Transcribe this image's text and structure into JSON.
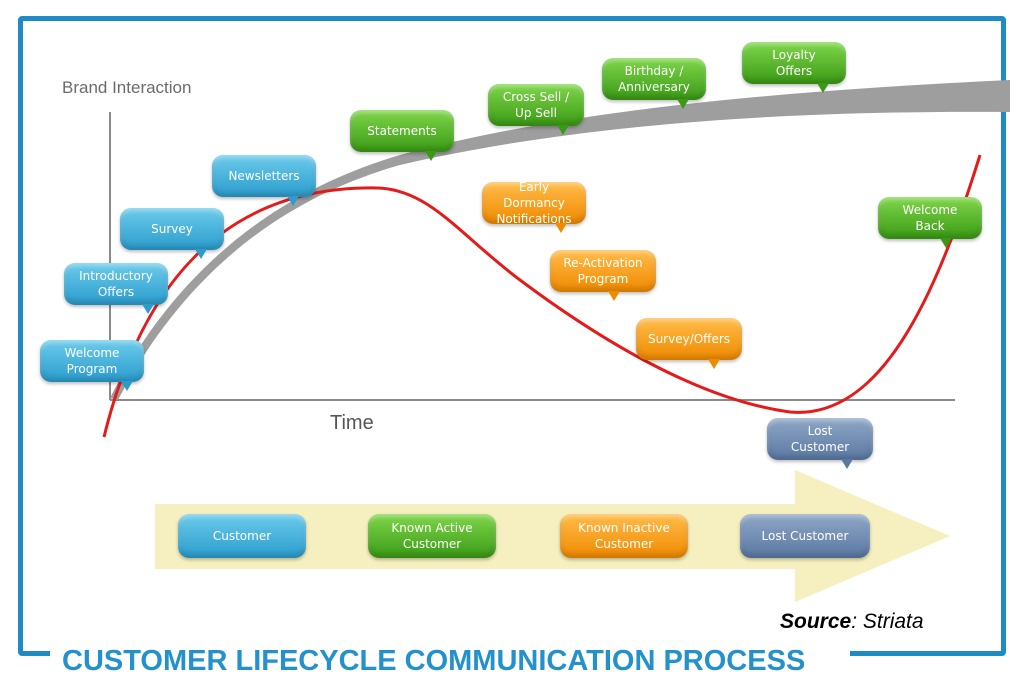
{
  "title": "CUSTOMER LIFECYCLE COMMUNICATION PROCESS",
  "axis": {
    "y_label": "Brand Interaction",
    "x_label": "Time"
  },
  "source": {
    "label": "Source",
    "value": ": Striata"
  },
  "colors": {
    "frame": "#1f8bc4",
    "brand_curve": "#9e9e9e",
    "lifecycle_curve": "#e41b1b",
    "arrow": "#f6efbf",
    "blue": "#2b9ccd",
    "green": "#3a9a15",
    "orange": "#f08a00",
    "slate": "#5a78a3"
  },
  "touchpoints": {
    "welcome_program": "Welcome\nProgram",
    "introductory_offers": "Introductory\nOffers",
    "survey": "Survey",
    "newsletters": "Newsletters",
    "statements": "Statements",
    "cross_sell": "Cross Sell /\nUp Sell",
    "birthday": "Birthday /\nAnniversary",
    "loyalty": "Loyalty\nOffers",
    "early_dormancy": "Early Dormancy\nNotifications",
    "reactivation": "Re-Activation\nProgram",
    "survey_offers": "Survey/Offers",
    "lost_customer": "Lost\nCustomer",
    "welcome_back": "Welcome\nBack"
  },
  "stages": {
    "customer": "Customer",
    "known_active": "Known Active\nCustomer",
    "known_inactive": "Known Inactive\nCustomer",
    "lost": "Lost Customer"
  }
}
